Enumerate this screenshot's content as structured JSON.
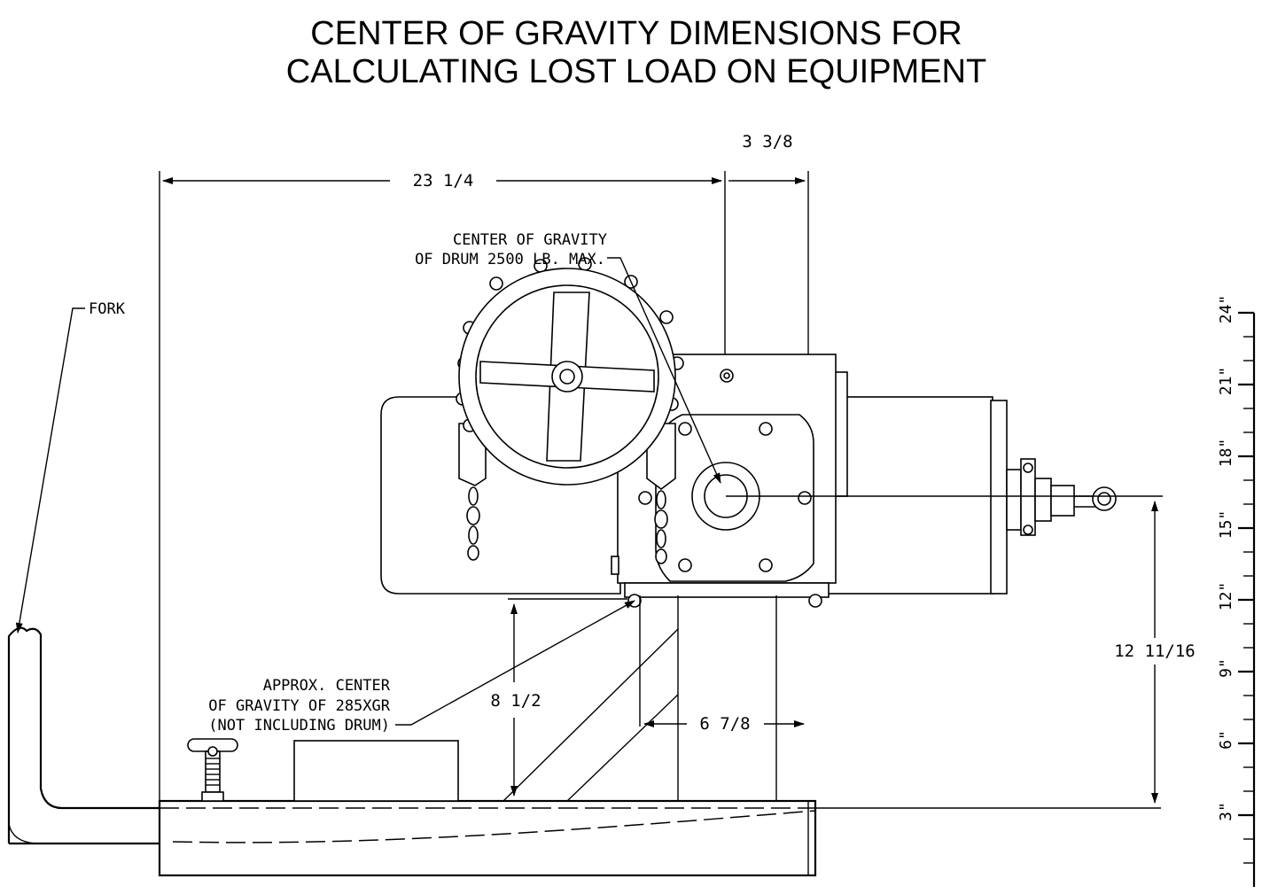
{
  "title": {
    "line1": "CENTER OF GRAVITY DIMENSIONS FOR",
    "line2": "CALCULATING LOST LOAD ON EQUIPMENT"
  },
  "dimensions": {
    "overall_width": "23 1/4",
    "drum_offset": "3 3/8",
    "base_height": "8 1/2",
    "cg_horizontal": "6 7/8",
    "drum_cg_height": "12 11/16"
  },
  "labels": {
    "fork": "FORK",
    "drum_cg_line1": "CENTER OF GRAVITY",
    "drum_cg_line2": "OF DRUM 2500 LB. MAX.",
    "unit_cg_line1": "APPROX. CENTER",
    "unit_cg_line2": "OF GRAVITY OF 285XGR",
    "unit_cg_line3": "(NOT INCLUDING DRUM)"
  },
  "ruler": {
    "labels": [
      "3\"",
      "6\"",
      "9\"",
      "12\"",
      "15\"",
      "18\"",
      "21\"",
      "24\""
    ]
  }
}
